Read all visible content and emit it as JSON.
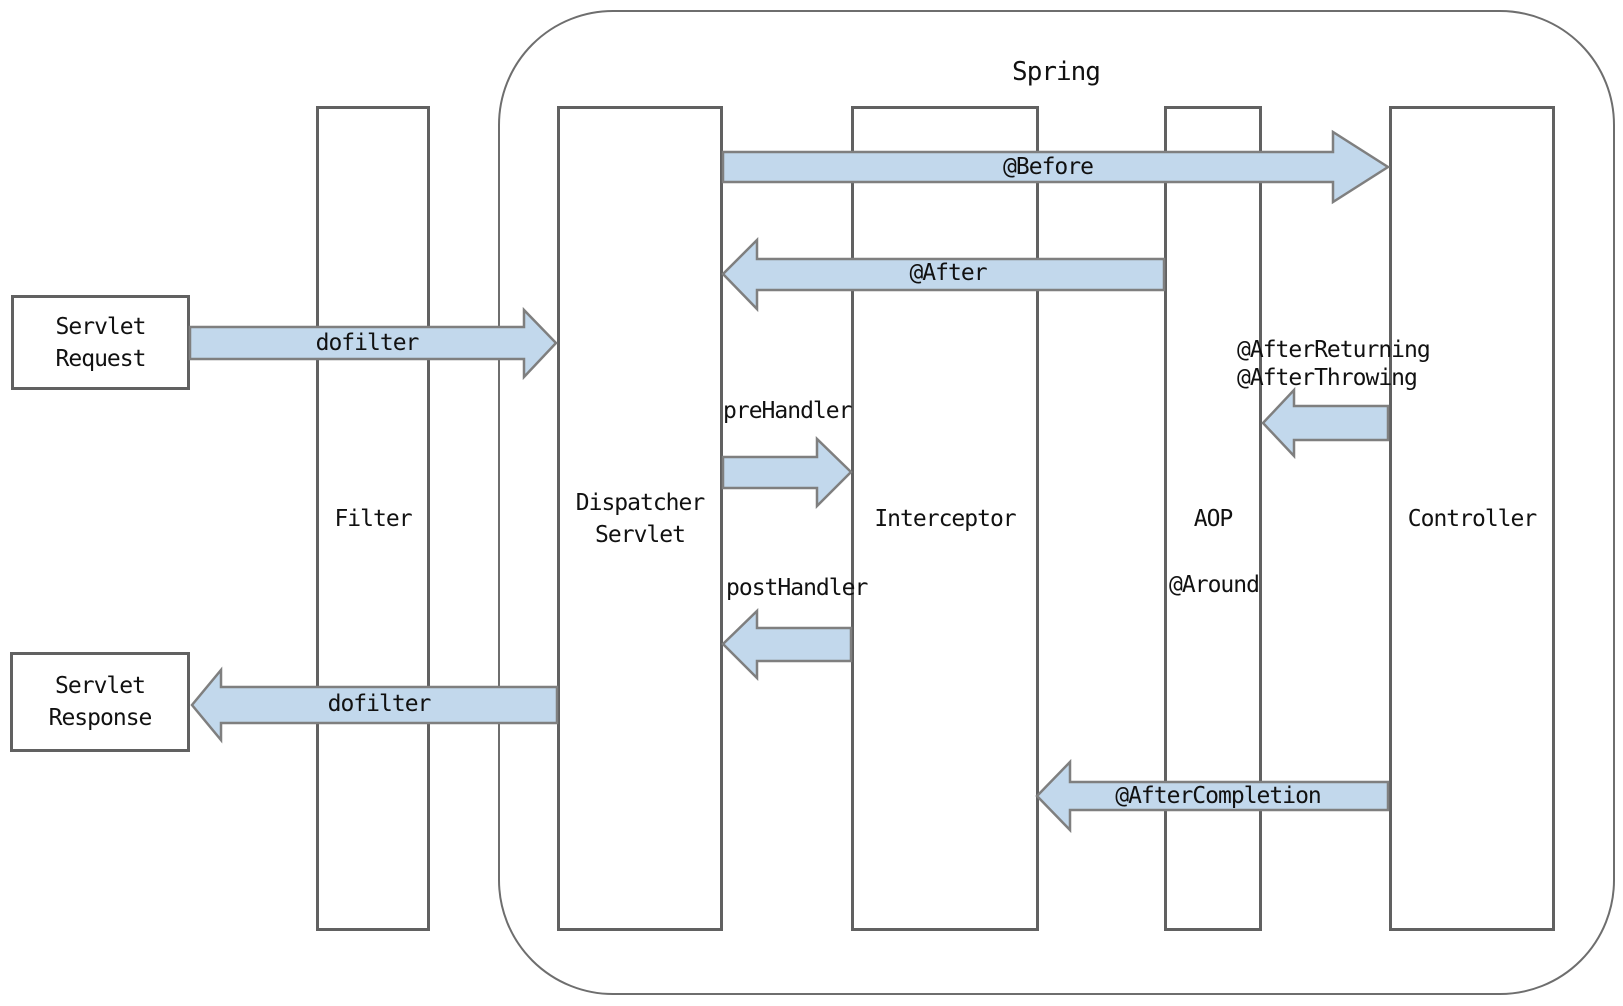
{
  "spring": {
    "label": "Spring"
  },
  "boxes": {
    "request": {
      "lines": [
        "Servlet",
        "Request"
      ]
    },
    "response": {
      "lines": [
        "Servlet",
        "Response"
      ]
    }
  },
  "lanes": {
    "filter": {
      "label": "Filter"
    },
    "dispatcher": {
      "lines": [
        "Dispatcher",
        "Servlet"
      ]
    },
    "interceptor": {
      "label": "Interceptor"
    },
    "aop": {
      "label": "AOP"
    },
    "controller": {
      "label": "Controller"
    }
  },
  "arrows": {
    "dofilter_in": {
      "label": "dofilter",
      "direction": "right"
    },
    "before": {
      "label": "@Before",
      "direction": "right"
    },
    "after": {
      "label": "@After",
      "direction": "left"
    },
    "prehandler": {
      "direction": "right"
    },
    "posthandler": {
      "direction": "left"
    },
    "after_returning": {
      "direction": "left"
    },
    "after_completion": {
      "label": "@AfterCompletion",
      "direction": "left"
    },
    "dofilter_out": {
      "label": "dofilter",
      "direction": "left"
    }
  },
  "annotations": {
    "prehandler": "preHandler",
    "posthandler": "postHandler",
    "around": "@Around",
    "after_returning": "@AfterReturning",
    "after_throwing": "@AfterThrowing"
  },
  "colors": {
    "arrow_fill": "#c2d8ec",
    "arrow_stroke": "#7f7f7f",
    "line": "#616161",
    "frame": "#6e6e6e",
    "text": "#111111",
    "background": "#ffffff"
  }
}
